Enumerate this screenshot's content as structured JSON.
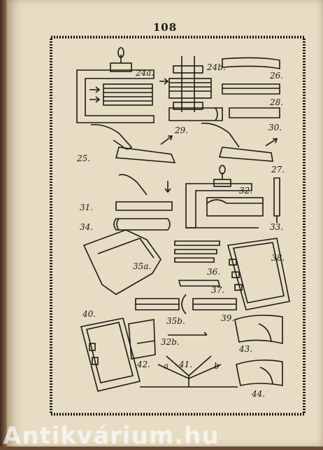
{
  "page": {
    "number": "108",
    "watermark": "Antikvárium.hu"
  },
  "figures": [
    {
      "id": "24a",
      "label": "24a."
    },
    {
      "id": "24b",
      "label": "24b."
    },
    {
      "id": "26",
      "label": "26."
    },
    {
      "id": "28",
      "label": "28."
    },
    {
      "id": "29",
      "label": "29."
    },
    {
      "id": "30",
      "label": "30."
    },
    {
      "id": "25",
      "label": "25."
    },
    {
      "id": "27",
      "label": "27."
    },
    {
      "id": "31",
      "label": "31."
    },
    {
      "id": "32",
      "label": "32."
    },
    {
      "id": "34",
      "label": "34."
    },
    {
      "id": "33",
      "label": "33."
    },
    {
      "id": "35a",
      "label": "35a."
    },
    {
      "id": "36",
      "label": "36."
    },
    {
      "id": "38",
      "label": "38."
    },
    {
      "id": "37",
      "label": "37."
    },
    {
      "id": "40",
      "label": "40."
    },
    {
      "id": "35b",
      "label": "35b."
    },
    {
      "id": "39",
      "label": "39."
    },
    {
      "id": "32b",
      "label": "32b."
    },
    {
      "id": "43",
      "label": "43."
    },
    {
      "id": "42",
      "label": "42."
    },
    {
      "id": "41",
      "label": "41."
    },
    {
      "id": "41a",
      "label": "a"
    },
    {
      "id": "41b",
      "label": "b"
    },
    {
      "id": "44",
      "label": "44."
    }
  ]
}
